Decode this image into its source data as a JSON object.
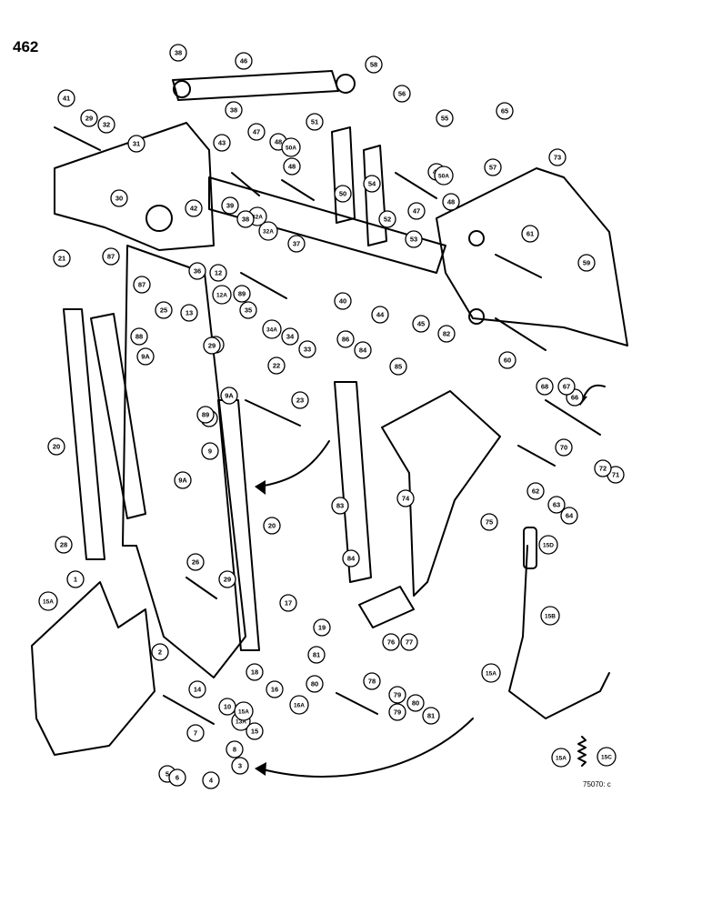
{
  "page_number": "462",
  "reference_code": "75070: c",
  "callouts": [
    "1",
    "2",
    "3",
    "4",
    "5",
    "6",
    "7",
    "8",
    "9",
    "9A",
    "9A",
    "9A",
    "10",
    "11",
    "12",
    "12A",
    "13",
    "13A",
    "14",
    "15",
    "15A",
    "15A",
    "15A",
    "15A",
    "15B",
    "15C",
    "15D",
    "16",
    "16A",
    "17",
    "18",
    "19",
    "20",
    "20",
    "21",
    "22",
    "23",
    "24",
    "25",
    "26",
    "28",
    "29",
    "29",
    "29",
    "30",
    "31",
    "32",
    "32A",
    "32A",
    "33",
    "34",
    "34A",
    "35",
    "36",
    "37",
    "38",
    "38",
    "38",
    "39",
    "40",
    "41",
    "42",
    "43",
    "44",
    "45",
    "46",
    "47",
    "47",
    "48",
    "48",
    "48",
    "49",
    "50",
    "50A",
    "50A",
    "51",
    "52",
    "53",
    "54",
    "55",
    "56",
    "57",
    "58",
    "59",
    "60",
    "61",
    "62",
    "63",
    "64",
    "65",
    "66",
    "67",
    "68",
    "70",
    "71",
    "72",
    "73",
    "74",
    "75",
    "76",
    "77",
    "78",
    "79",
    "79",
    "80",
    "80",
    "81",
    "81",
    "82",
    "83",
    "84",
    "84",
    "85",
    "86",
    "87",
    "87",
    "88",
    "89",
    "89"
  ]
}
